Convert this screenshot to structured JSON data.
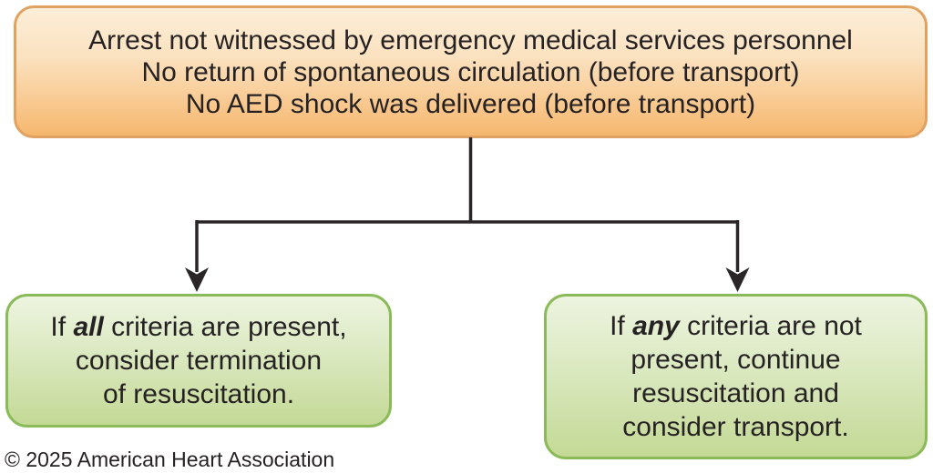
{
  "colors": {
    "top_box_fill_top": "#fdeed8",
    "top_box_fill_bottom": "#f6b76e",
    "top_box_border": "#e0a263",
    "outcome_fill_top": "#edf4e0",
    "outcome_fill_bottom": "#c4d996",
    "outcome_border": "#8abb58",
    "connector": "#2a2627",
    "text": "#262223"
  },
  "criteria_box": {
    "lines": [
      "Arrest not witnessed by emergency medical services personnel",
      "No return of spontaneous circulation (before transport)",
      "No AED shock was delivered (before transport)"
    ]
  },
  "left_outcome": {
    "line1_prefix": "If ",
    "line1_emphasis": "all",
    "line1_suffix": " criteria are present,",
    "line2": "consider termination",
    "line3": "of resuscitation."
  },
  "right_outcome": {
    "line1_prefix": "If ",
    "line1_emphasis": "any",
    "line1_suffix": " criteria are not",
    "line2": "present, continue",
    "line3": "resuscitation and",
    "line4": "consider transport."
  },
  "footer": {
    "copyright": "© 2025 American Heart Association"
  }
}
